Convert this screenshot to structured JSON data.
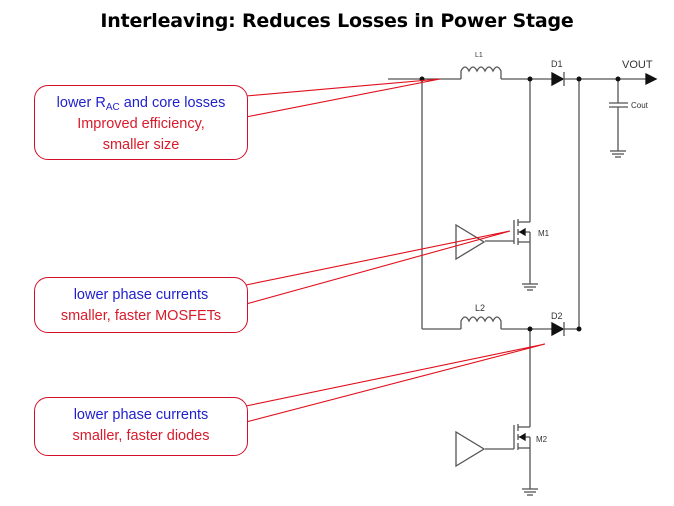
{
  "slide": {
    "title": "Interleaving: Reduces Losses in Power Stage"
  },
  "callouts": [
    {
      "id": "inductor-callout",
      "lines": [
        {
          "text_prefix": "lower R",
          "sub": "AC",
          "text_suffix": " and core losses",
          "color": "blue"
        },
        {
          "text": "Improved efficiency,",
          "color": "red"
        },
        {
          "text": "smaller size",
          "color": "red"
        }
      ],
      "points_to": "L1 input node"
    },
    {
      "id": "mosfet-callout",
      "lines": [
        {
          "text": "lower phase currents",
          "color": "blue"
        },
        {
          "text": "smaller, faster MOSFETs",
          "color": "red"
        }
      ],
      "points_to": "M1 gate"
    },
    {
      "id": "diode-callout",
      "lines": [
        {
          "text": "lower phase currents",
          "color": "blue"
        },
        {
          "text": "smaller, faster diodes",
          "color": "red"
        }
      ],
      "points_to": "D2"
    }
  ],
  "schematic": {
    "labels": {
      "l1": "L1",
      "l2": "L2",
      "d1": "D1",
      "d2": "D2",
      "m1": "M1",
      "m2": "M2",
      "cout": "Cout",
      "vout": "VOUT"
    }
  },
  "colors": {
    "callout_border": "#d0102a",
    "callout_blue_text": "#1f1fcc",
    "callout_red_text": "#d81b2b",
    "wire": "#555555"
  }
}
